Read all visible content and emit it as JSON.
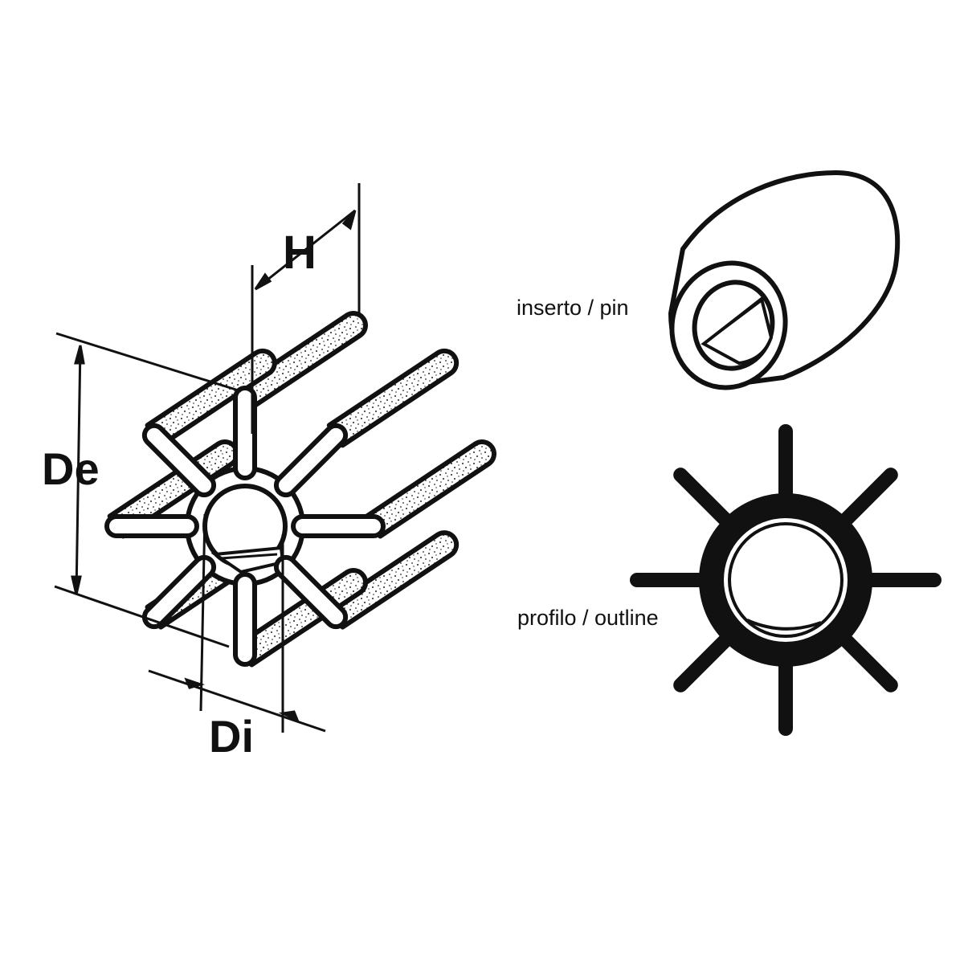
{
  "labels": {
    "height": "H",
    "outer_diameter": "De",
    "inner_diameter": "Di",
    "insert_caption": "inserto / pin",
    "outline_caption": "profilo / outline"
  },
  "colors": {
    "ink": "#111111",
    "paper": "#ffffff"
  },
  "impeller": {
    "blade_count": 8
  }
}
